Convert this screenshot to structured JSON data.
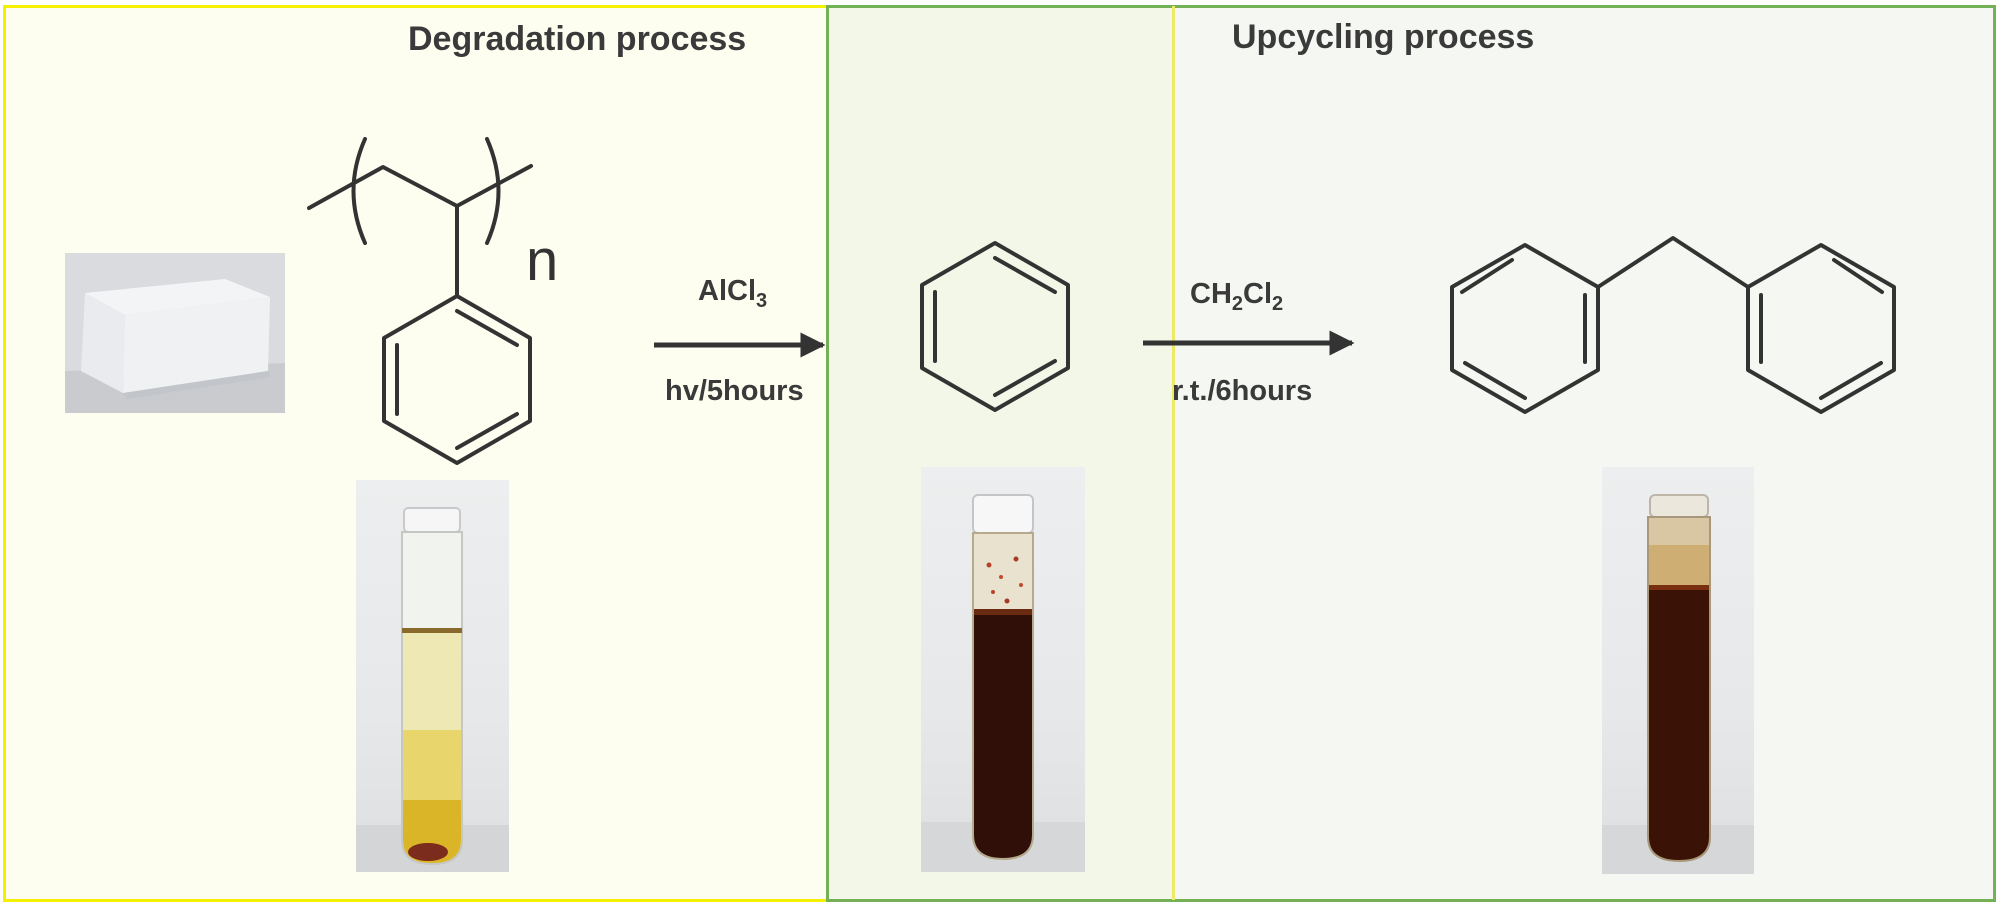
{
  "panels": {
    "degradation": {
      "title": "Degradation process",
      "border_color": "#f4f000",
      "background": "#fdfef0"
    },
    "upcycling": {
      "title": "Upcycling process",
      "border_color": "#74b056",
      "background": "#eef3e8"
    }
  },
  "reactions": [
    {
      "reagent": "AlCl",
      "reagent_subscript": "3",
      "condition": "hv/5hours"
    },
    {
      "reagent_parts": [
        "CH",
        "2",
        "Cl",
        "2"
      ],
      "condition": "r.t./6hours"
    }
  ],
  "structures": {
    "polymer": {
      "repeat_label": "n"
    }
  },
  "colors": {
    "ink": "#333333",
    "text": "#3a3a3a"
  }
}
